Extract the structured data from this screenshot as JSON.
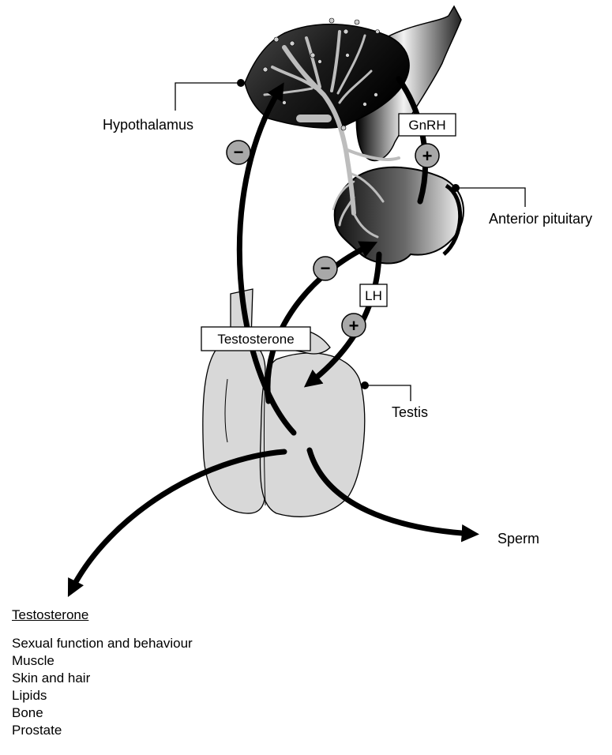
{
  "labels": {
    "hypothalamus": "Hypothalamus",
    "anterior_pituitary": "Anterior pituitary",
    "testis": "Testis",
    "sperm": "Sperm",
    "gnrh": "GnRH",
    "lh": "LH",
    "testosterone_box": "Testosterone"
  },
  "signs": {
    "negative": "−",
    "positive": "+"
  },
  "legend": {
    "title": "Testosterone",
    "items": [
      "Sexual function and behaviour",
      "Muscle",
      "Skin and hair",
      "Lipids",
      "Bone",
      "Prostate"
    ]
  }
}
